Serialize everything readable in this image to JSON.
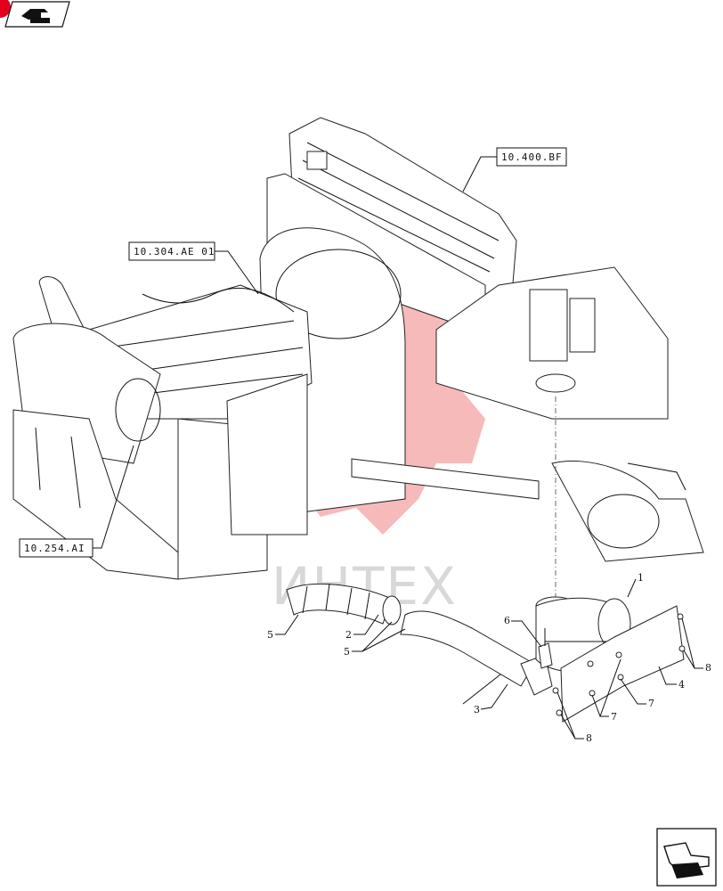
{
  "diagram": {
    "references": [
      "10.400.BF",
      "10.304.AE 01",
      "10.254.AI"
    ],
    "callouts": [
      "1",
      "2",
      "3",
      "4",
      "5",
      "5",
      "5",
      "6",
      "7",
      "7",
      "7",
      "8",
      "8"
    ]
  },
  "watermark": {
    "text": "ИНТЕХ",
    "color": "#e83a3a"
  },
  "nav": {
    "prev_icon": "hand-pointer-left-icon",
    "next_icon": "hand-pointer-right-icon",
    "badge_color": "#e3001b"
  }
}
